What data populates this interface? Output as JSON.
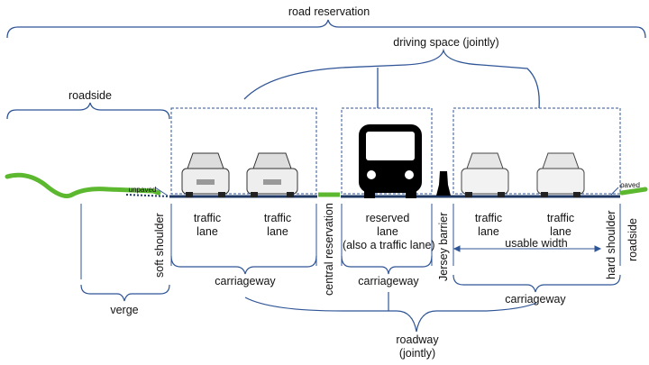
{
  "labels": {
    "road_reservation": "road reservation",
    "driving_space": "driving space (jointly)",
    "roadside_left": "roadside",
    "unpaved": "unpaved",
    "paved": "paved",
    "traffic_lane_1": "traffic\nlane",
    "traffic_lane_2": "traffic\nlane",
    "reserved_lane": "reserved\nlane\n(also a traffic lane)",
    "traffic_lane_3": "traffic\nlane",
    "traffic_lane_4": "traffic\nlane",
    "usable_width": "usable width",
    "soft_shoulder": "soft shoulder",
    "central_reservation": "central reservation",
    "jersey_barrier": "Jersey barrier",
    "hard_shoulder": "hard shoulder",
    "roadside_right": "roadside",
    "carriageway_1": "carriageway",
    "carriageway_2": "carriageway",
    "carriageway_3": "carriageway",
    "verge": "verge",
    "roadway": "roadway\n(jointly)"
  },
  "colors": {
    "bracket": "#2f5597",
    "road": "#1f3864",
    "grass": "#5cb82e",
    "vehicle": "#000000"
  },
  "icons": [
    "car-icon",
    "car-icon",
    "bus-icon",
    "jersey-barrier-icon",
    "car-icon",
    "car-icon"
  ]
}
